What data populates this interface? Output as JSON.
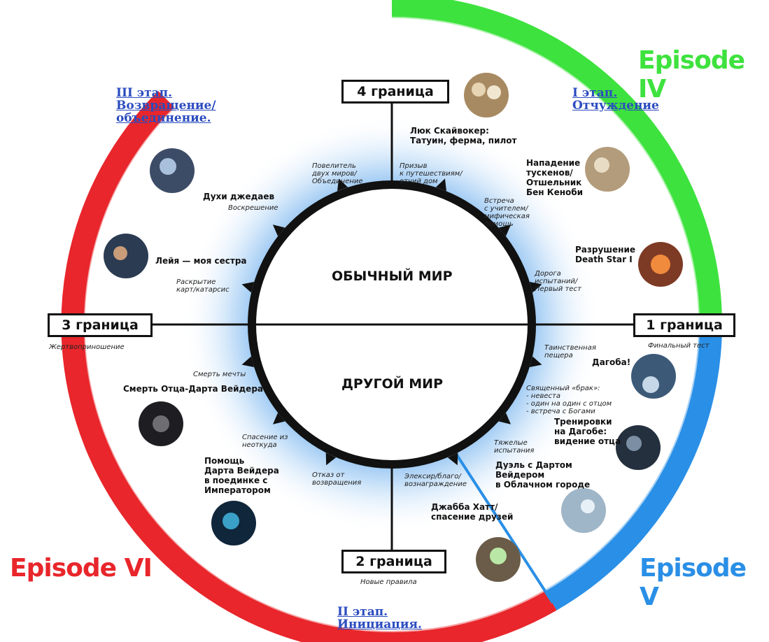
{
  "boundaries": {
    "b4": "4 граница",
    "b1": "1 граница",
    "b3": "3 граница",
    "b2": "2 граница"
  },
  "boundary_captions": {
    "b1": "Финальный тест",
    "b3": "Жертвоприношение",
    "b2": "Новые правила"
  },
  "episodes": {
    "iv": "Episode IV",
    "v": "Episode V",
    "vi": "Episode VI"
  },
  "stages": {
    "s1_l1": "I этап.",
    "s1_l2": "Отчуждение",
    "s2_l1": "II этап.",
    "s2_l2": "Инициация.",
    "s3_l1": "III этап.",
    "s3_l2": "Возвращение/",
    "s3_l3": "объединение."
  },
  "worlds": {
    "ordinary": "ОБЫЧНЫЙ МИР",
    "other": "ДРУГОЙ МИР"
  },
  "events": {
    "e1_l1": "Люк Скайвокер:",
    "e1_l2": "Татуин, ферма, пилот",
    "e2_l1": "Нападение",
    "e2_l2": "тускенов/",
    "e2_l3": "Отшельник",
    "e2_l4": "Бен Кеноби",
    "e3_l1": "Разрушение",
    "e3_l2": "Death Star I",
    "e4": "Дагоба!",
    "e5_l1": "Тренировки",
    "e5_l2": "на Дагобе:",
    "e5_l3": "видение отца",
    "e6_l1": "Дуэль с Дартом",
    "e6_l2": "Вейдером",
    "e6_l3": "в Облачном городе",
    "e7_l1": "Джабба Хатт/",
    "e7_l2": "спасение друзей",
    "e8_l1": "Помощь",
    "e8_l2": "Дарта Вейдера",
    "e8_l3": "в поединке с",
    "e8_l4": "Императором",
    "e9": "Смерть Отца-Дарта Вейдера",
    "e10": "Лейя — моя сестра",
    "e11": "Духи джедаев"
  },
  "steps": {
    "st1_l1": "Призыв",
    "st1_l2": "к путешествиям/",
    "st1_l3": "отчий дом",
    "st2_l1": "Встреча",
    "st2_l2": "с учителем/",
    "st2_l3": "мифическая",
    "st2_l4": "помощь",
    "st3_l1": "Дорога",
    "st3_l2": "испытаний/",
    "st3_l3": "Первый тест",
    "st4_l1": "Таинственная",
    "st4_l2": "пещера",
    "st5_l1": "Священный «брак»:",
    "st5_l2": "- невеста",
    "st5_l3": "- один на один с отцом",
    "st5_l4": "- встреча с Богами",
    "st6_l1": "Тяжелые",
    "st6_l2": "испытания",
    "st7_l1": "Элексир/благо/",
    "st7_l2": "вознаграждение",
    "st8_l1": "Отказ от",
    "st8_l2": "возвращения",
    "st9_l1": "Спасение из",
    "st9_l2": "неоткуда",
    "st10": "Смерть мечты",
    "st11_l1": "Раскрытие",
    "st11_l2": "карт/катарсис",
    "st12": "Воскрешение",
    "st13_l1": "Повелитель",
    "st13_l2": "двух миров/",
    "st13_l3": "Объединение"
  },
  "colors": {
    "episode_iv": "#3ee23e",
    "episode_v": "#2a8fe6",
    "episode_vi": "#e8262b",
    "stage_title": "#2a4bbf",
    "ring": "#111111",
    "halo": "#5aa6ee"
  }
}
